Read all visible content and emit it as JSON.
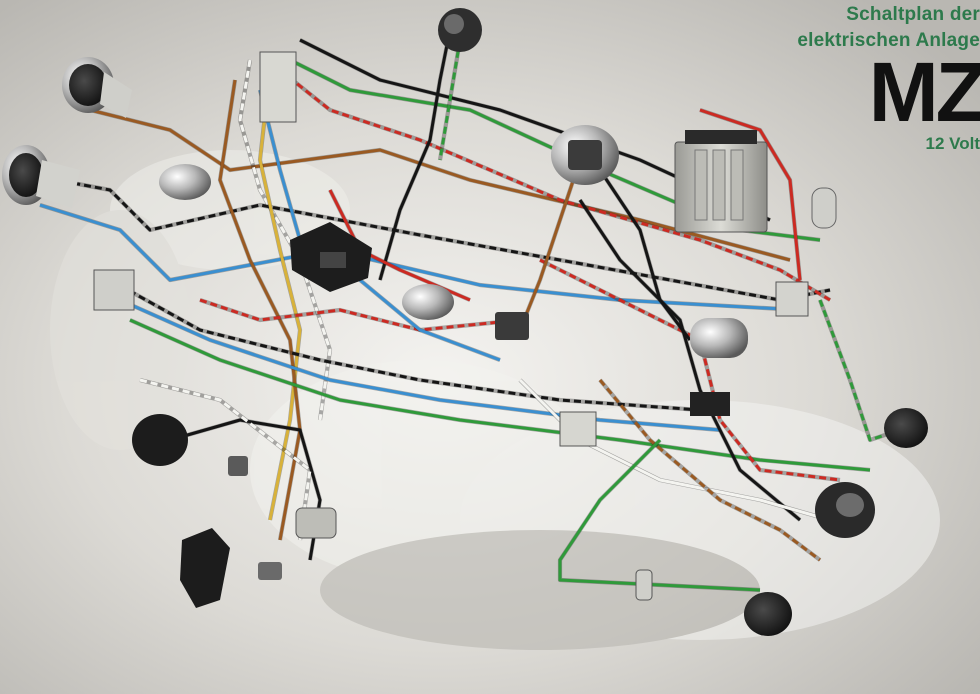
{
  "title": {
    "line1": "Schaltplan der",
    "line2": "elektrischen Anlage",
    "brand": "MZ",
    "voltage": "12 Volt"
  },
  "colors": {
    "background": "#d9d7d2",
    "heading_green": "#2d7a4c",
    "brand_black": "#111111",
    "wire_red": "#cc2a22",
    "wire_green": "#2f9a3a",
    "wire_blue": "#3a8fd0",
    "wire_brown": "#9a5a22",
    "wire_black": "#151515",
    "wire_white": "#f4f4f0",
    "wire_yellow": "#d8b23a"
  },
  "components": [
    {
      "name": "speedometer-icon"
    },
    {
      "name": "tachometer-icon"
    },
    {
      "name": "horn-icon"
    },
    {
      "name": "headlight-bulb-icon"
    },
    {
      "name": "battery-icon"
    },
    {
      "name": "ignition-coil-icon"
    },
    {
      "name": "voltage-regulator-icon"
    },
    {
      "name": "alternator-icon"
    },
    {
      "name": "starter-relay-icon"
    },
    {
      "name": "handlebar-switch-icon"
    },
    {
      "name": "brake-light-switch-icon"
    },
    {
      "name": "rear-light-icon"
    },
    {
      "name": "turn-signal-icon"
    },
    {
      "name": "terminal-block-icon"
    },
    {
      "name": "fuse-holder-icon"
    },
    {
      "name": "spark-plug-connector-icon"
    },
    {
      "name": "ignition-lock-icon"
    }
  ]
}
